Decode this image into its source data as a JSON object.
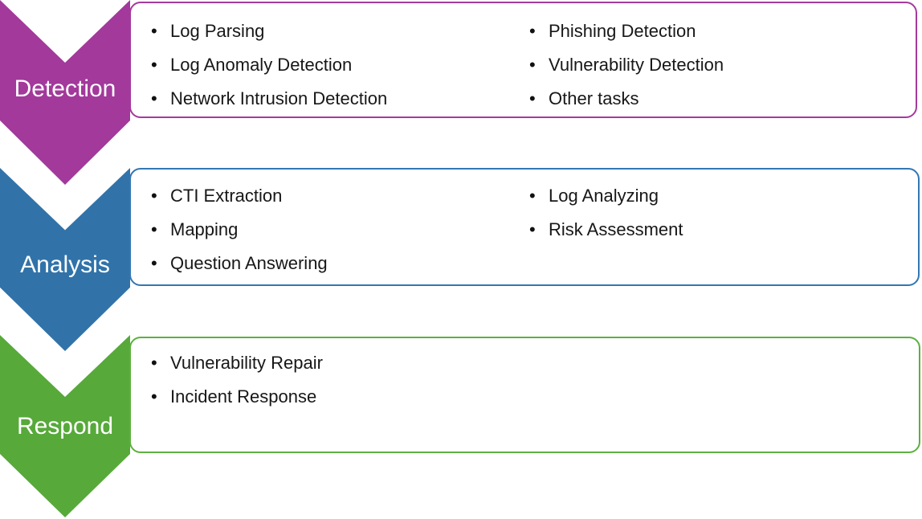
{
  "diagram": {
    "background_color": "#ffffff",
    "text_color": "#171717",
    "label_text_color": "#ffffff",
    "stages": [
      {
        "label": "Detection",
        "fill": "#a2399b",
        "border": "#a43a9d",
        "items_left": [
          "Log Parsing",
          "Log Anomaly Detection",
          "Network Intrusion Detection"
        ],
        "items_right": [
          "Phishing Detection",
          "Vulnerability Detection",
          "Other tasks"
        ]
      },
      {
        "label": "Analysis",
        "fill": "#3173a9",
        "border": "#3377b4",
        "items_left": [
          "CTI Extraction",
          "Mapping",
          "Question Answering"
        ],
        "items_right": [
          "Log Analyzing",
          "Risk Assessment"
        ]
      },
      {
        "label": "Respond",
        "fill": "#57a93a",
        "border": "#5cb140",
        "items_left": [
          "Vulnerability Repair",
          "Incident Response"
        ],
        "items_right": []
      }
    ]
  }
}
